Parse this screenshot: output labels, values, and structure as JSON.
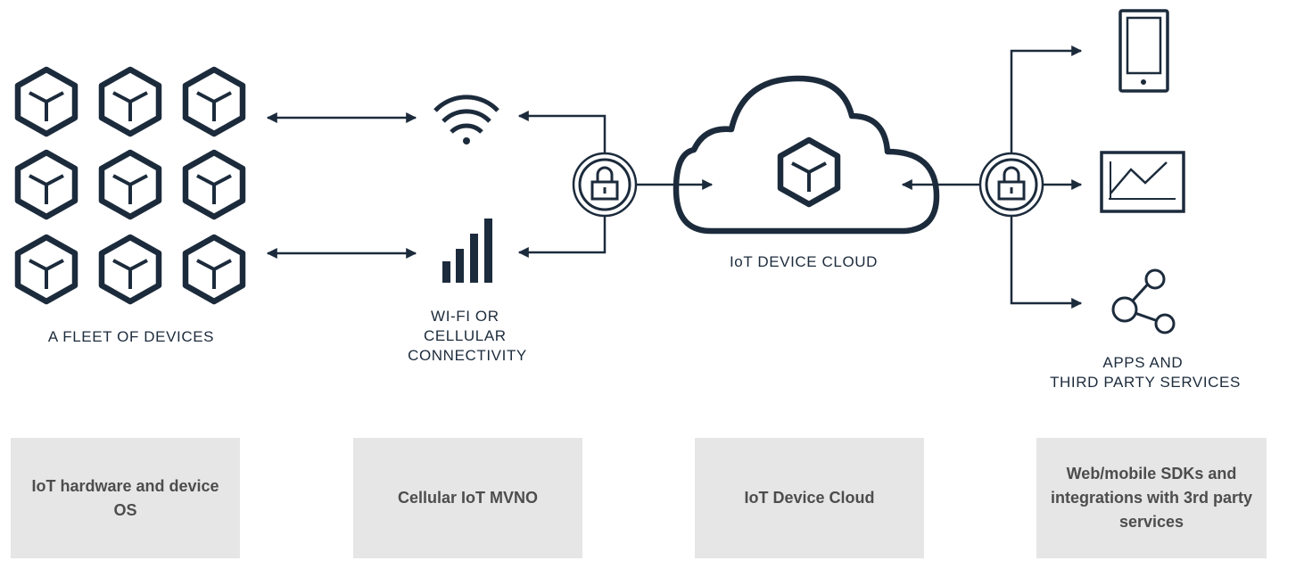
{
  "colors": {
    "ink": "#1c2b3c",
    "box_bg": "#e6e6e6",
    "box_text": "#4d4d4d"
  },
  "labels": {
    "fleet": "A FLEET OF DEVICES",
    "connectivity": [
      "WI-FI OR",
      "CELLULAR",
      "CONNECTIVITY"
    ],
    "cloud": "IoT DEVICE CLOUD",
    "apps": [
      "APPS AND",
      "THIRD PARTY SERVICES"
    ]
  },
  "boxes": [
    {
      "text": "IoT hardware and device\nOS"
    },
    {
      "text": "Cellular IoT MVNO"
    },
    {
      "text": "IoT Device Cloud"
    },
    {
      "text": "Web/mobile SDKs and\nintegrations with 3rd party\nservices"
    }
  ],
  "icons": [
    "cube-icon",
    "wifi-icon",
    "cellular-signal-icon",
    "lock-icon",
    "cloud-icon",
    "phone-icon",
    "chart-icon",
    "share-icon"
  ]
}
